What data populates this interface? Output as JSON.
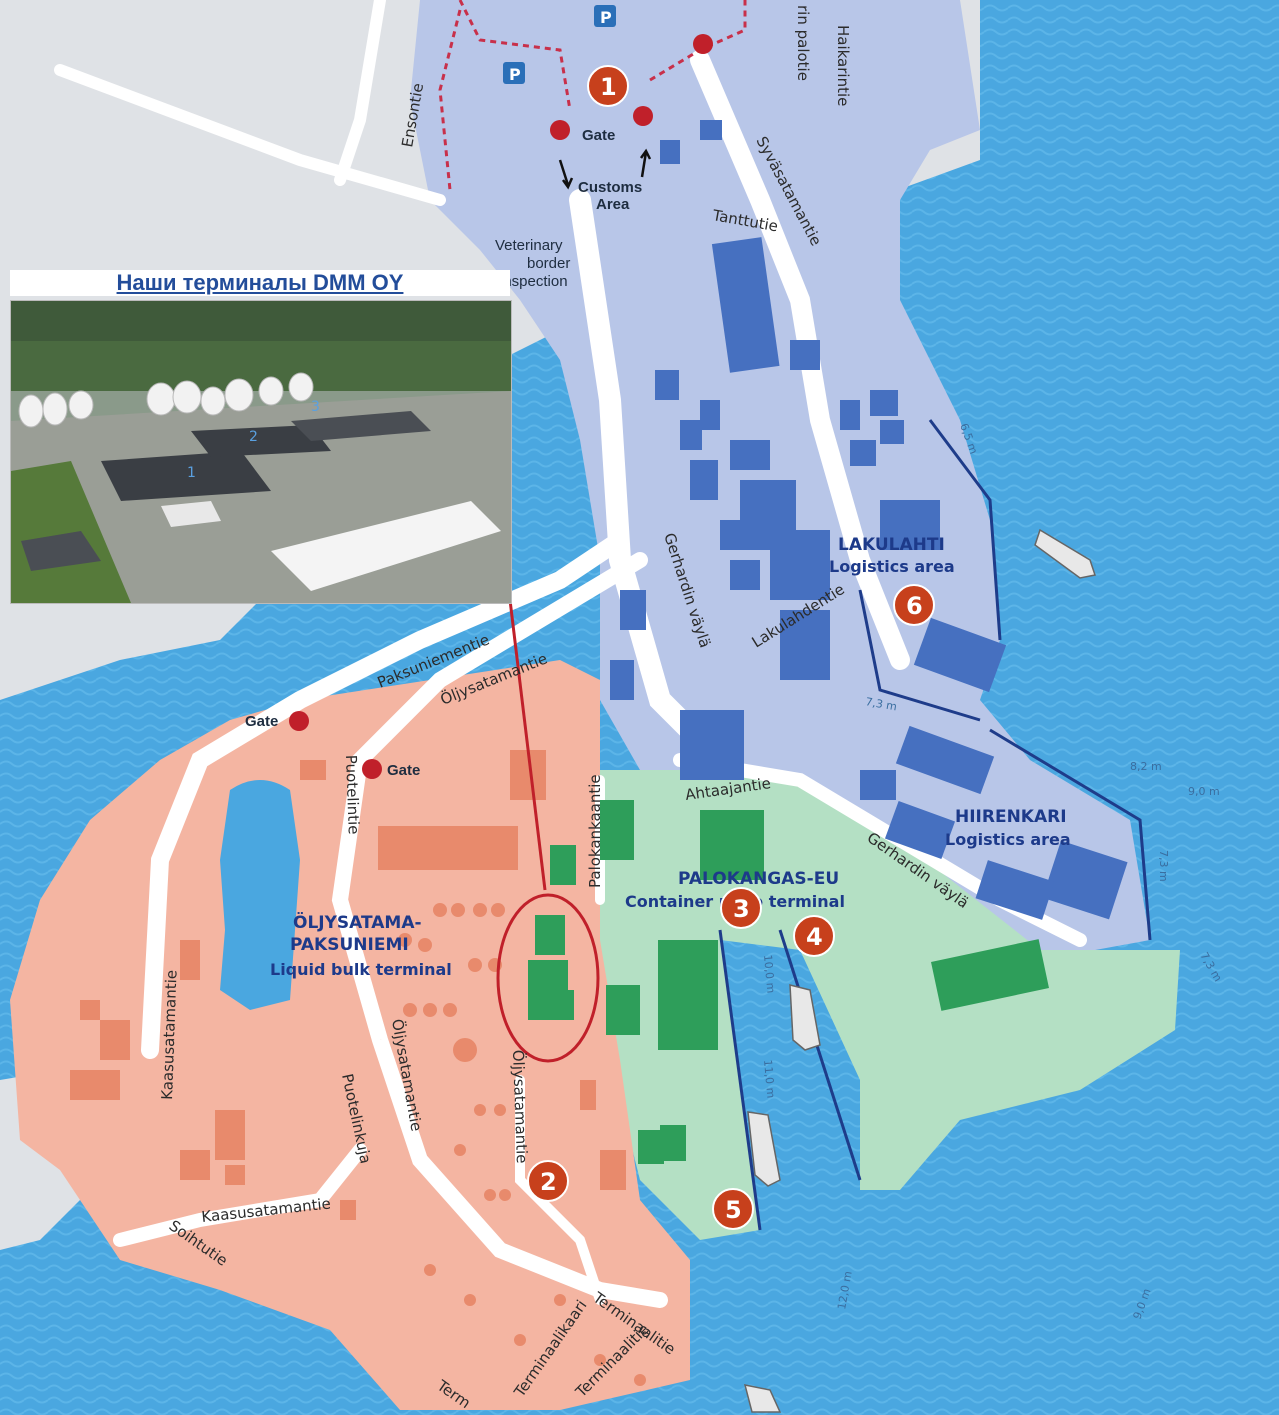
{
  "photo": {
    "title": "Наши терминалы DMM OY",
    "labels": [
      "1",
      "2",
      "3"
    ]
  },
  "streets": {
    "ensontie": "Ensontie",
    "halkarintie": "Haikarintie",
    "rin_paloti": "rin palotie",
    "syvasatamantie": "Syväsatamantie",
    "tanttutie": "Tanttutie",
    "gerhardin_1": "Gerhardin väylä",
    "gerhardin_2": "Gerhardin väylä",
    "lakulahdentie": "Lakulahdentie",
    "paksuniementie": "Paksuniementie",
    "oljysatamantie_1": "Öljysatamantie",
    "oljysatamantie_2": "Öljysatamantie",
    "oljysatamantie_3": "Öljysatamantie",
    "puotelintie": "Puotelintie",
    "palokankaantie": "Palokankaantie",
    "ahtaajantie": "Ahtaajantie",
    "kaasusatamantie_1": "Kaasusatamantie",
    "kaasusatamantie_2": "Kaasusatamantie",
    "puotelinkuja": "Puotelinkuja",
    "soihtutie": "Soihtutie",
    "terminaalitie_1": "Terminaalitie",
    "terminaalikaari": "Terminaalikaari",
    "terminaalitie_2": "Terminaalitie",
    "term": "Term"
  },
  "labels": {
    "gate_top": "Gate",
    "customs": "Customs",
    "customs_area": "Area",
    "vet_1": "Veterinary",
    "vet_2": "border",
    "vet_3": "inspection",
    "gate_west": "Gate",
    "gate_mid": "Gate"
  },
  "terminals": {
    "oljysatama_1": "ÖLJYSATAMA-",
    "oljysatama_2": "PAKSUNIEMI",
    "oljysatama_3": "Liquid bulk terminal",
    "palokangas_1": "PALOKANGAS-EU",
    "palokangas_2": "Container ro-ro terminal",
    "lakulahti_1": "LAKULAHTI",
    "lakulahti_2": "Logistics area",
    "hiirenkari_1": "HIIRENKARI",
    "hiirenkari_2": "Logistics area"
  },
  "markers": [
    "1",
    "2",
    "3",
    "4",
    "5",
    "6"
  ],
  "depths": [
    "6,5 m",
    "7,3 m",
    "8,2 m",
    "9,0 m",
    "7,3 m",
    "10,0 m",
    "11,0 m",
    "12,0 m",
    "9,0 m",
    "7,3 m"
  ],
  "colors": {
    "sea": "#4aa7e0",
    "land": "#dfe2e6",
    "blue_zone": "#b8c6e8",
    "red_zone": "#f4b5a2",
    "green_zone": "#b4e0c4",
    "building_blue": "#4670c0",
    "building_green": "#2e9e5a",
    "building_red": "#e88a6c",
    "marker": "#c7401c",
    "highlight": "#c0202a"
  },
  "icons": [
    "parking-icon",
    "gate-icon",
    "ship-icon"
  ]
}
